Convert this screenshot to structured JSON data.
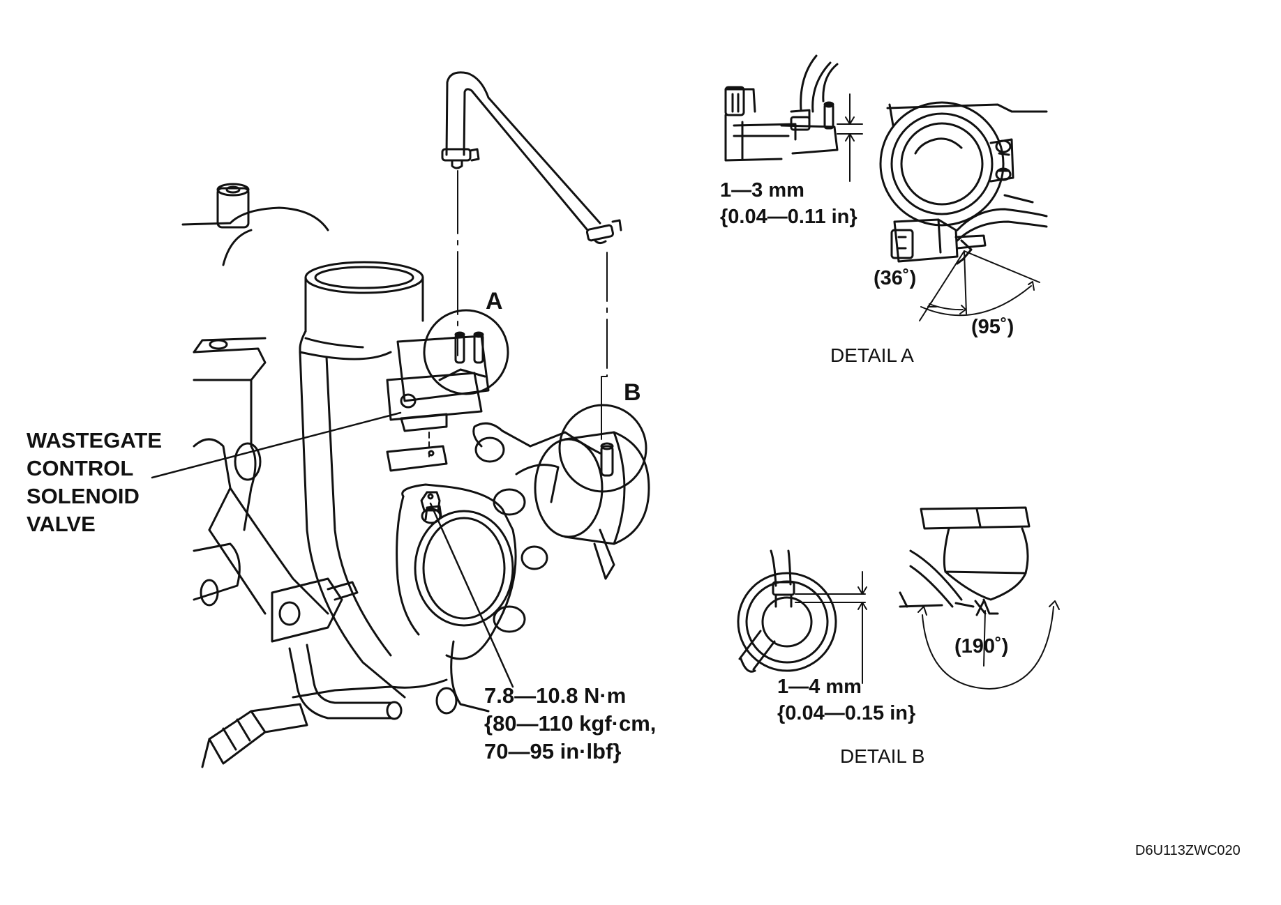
{
  "labels": {
    "solenoid": [
      "WASTEGATE",
      "CONTROL",
      "SOLENOID",
      "VALVE"
    ],
    "torque": [
      "7.8—10.8 N·m",
      "{80—110 kgf·cm,",
      "70—95 in·lbf}"
    ],
    "detail_a_marker": "A",
    "detail_b_marker": "B"
  },
  "detail_a": {
    "title": "DETAIL A",
    "gap": [
      "1—3 mm",
      "{0.04—0.11 in}"
    ],
    "angle_1": "(36˚)",
    "angle_2": "(95˚)"
  },
  "detail_b": {
    "title": "DETAIL B",
    "gap": [
      "1—4 mm",
      "{0.04—0.15 in}"
    ],
    "angle": "(190˚)"
  },
  "figure_code": "D6U113ZWC020"
}
